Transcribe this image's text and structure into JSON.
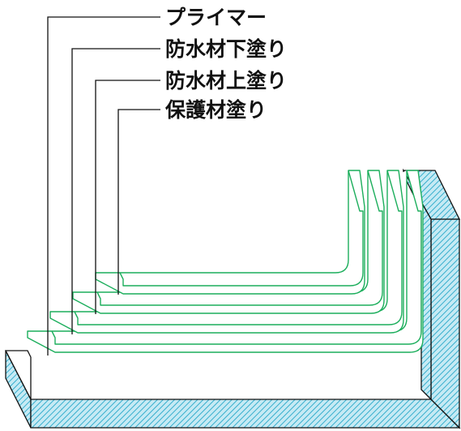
{
  "labels": [
    "プライマー",
    "防水材下塗り",
    "防水材上塗り",
    "保護材塗り"
  ],
  "colors": {
    "layer_stroke": "#1cae5c",
    "hatch": "#36aecd",
    "hatch_background": "#c6eaf4",
    "ink": "#111111"
  }
}
